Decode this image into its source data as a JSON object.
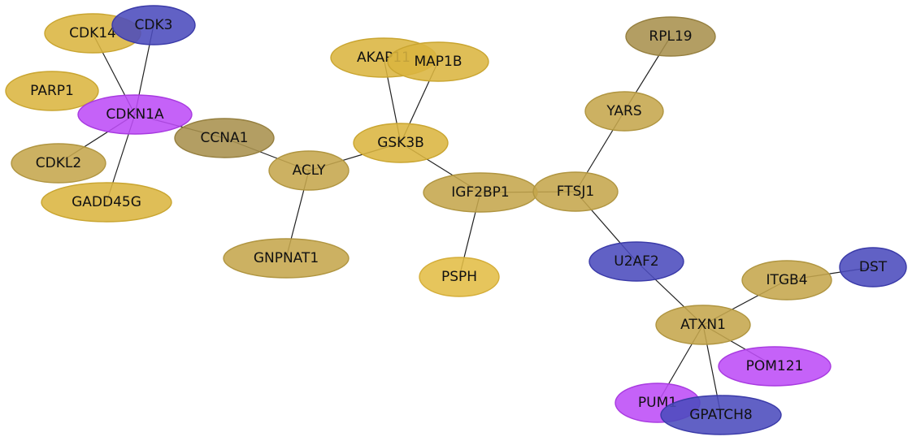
{
  "colors": {
    "gold": "#dbb540",
    "gold_light": "#e3bd45",
    "tan": "#c5a64c",
    "olive": "#a8914d",
    "blue": "#4b4bbd",
    "purple": "#bd4cf7"
  },
  "nodes": [
    {
      "id": "CDK14",
      "label": "CDK14",
      "color": "gold"
    },
    {
      "id": "CDK3",
      "label": "CDK3",
      "color": "blue"
    },
    {
      "id": "PARP1",
      "label": "PARP1",
      "color": "gold"
    },
    {
      "id": "CDKN1A",
      "label": "CDKN1A",
      "color": "purple"
    },
    {
      "id": "CDKL2",
      "label": "CDKL2",
      "color": "tan"
    },
    {
      "id": "GADD45G",
      "label": "GADD45G",
      "color": "gold"
    },
    {
      "id": "CCNA1",
      "label": "CCNA1",
      "color": "olive"
    },
    {
      "id": "ACLY",
      "label": "ACLY",
      "color": "tan"
    },
    {
      "id": "GNPNAT1",
      "label": "GNPNAT1",
      "color": "tan"
    },
    {
      "id": "AKAP11",
      "label": "AKAP11",
      "color": "gold"
    },
    {
      "id": "MAP1B",
      "label": "MAP1B",
      "color": "gold"
    },
    {
      "id": "GSK3B",
      "label": "GSK3B",
      "color": "gold"
    },
    {
      "id": "IGF2BP1",
      "label": "IGF2BP1",
      "color": "tan"
    },
    {
      "id": "PSPH",
      "label": "PSPH",
      "color": "gold_light"
    },
    {
      "id": "FTSJ1",
      "label": "FTSJ1",
      "color": "tan"
    },
    {
      "id": "YARS",
      "label": "YARS",
      "color": "tan"
    },
    {
      "id": "RPL19",
      "label": "RPL19",
      "color": "olive"
    },
    {
      "id": "U2AF2",
      "label": "U2AF2",
      "color": "blue"
    },
    {
      "id": "ITGB4",
      "label": "ITGB4",
      "color": "tan"
    },
    {
      "id": "DST",
      "label": "DST",
      "color": "blue"
    },
    {
      "id": "ATXN1",
      "label": "ATXN1",
      "color": "tan"
    },
    {
      "id": "POM121",
      "label": "POM121",
      "color": "purple"
    },
    {
      "id": "PUM1",
      "label": "PUM1",
      "color": "purple"
    },
    {
      "id": "GPATCH8",
      "label": "GPATCH8",
      "color": "blue"
    }
  ],
  "edges": [
    [
      "CDK14",
      "CDKN1A"
    ],
    [
      "CDK3",
      "CDKN1A"
    ],
    [
      "CDKL2",
      "CDKN1A"
    ],
    [
      "GADD45G",
      "CDKN1A"
    ],
    [
      "CDKN1A",
      "CCNA1"
    ],
    [
      "CCNA1",
      "ACLY"
    ],
    [
      "ACLY",
      "GNPNAT1"
    ],
    [
      "ACLY",
      "GSK3B"
    ],
    [
      "AKAP11",
      "GSK3B"
    ],
    [
      "MAP1B",
      "GSK3B"
    ],
    [
      "GSK3B",
      "IGF2BP1"
    ],
    [
      "IGF2BP1",
      "PSPH"
    ],
    [
      "IGF2BP1",
      "FTSJ1"
    ],
    [
      "FTSJ1",
      "YARS"
    ],
    [
      "YARS",
      "RPL19"
    ],
    [
      "FTSJ1",
      "U2AF2"
    ],
    [
      "U2AF2",
      "ATXN1"
    ],
    [
      "ATXN1",
      "ITGB4"
    ],
    [
      "ITGB4",
      "DST"
    ],
    [
      "ATXN1",
      "POM121"
    ],
    [
      "ATXN1",
      "PUM1"
    ],
    [
      "ATXN1",
      "GPATCH8"
    ]
  ]
}
